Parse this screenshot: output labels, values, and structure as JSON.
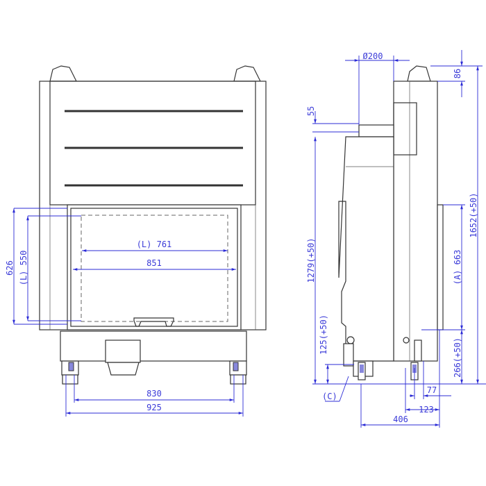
{
  "front_view": {
    "dimensions": {
      "height_opening": "626",
      "height_glass": "(L) 550",
      "width_glass": "(L) 761",
      "width_opening": "851",
      "feet_inner": "830",
      "feet_outer": "925"
    }
  },
  "side_view": {
    "dimensions": {
      "flue_diameter": "Ø200",
      "top_handle": "86",
      "flue_offset": "55",
      "total_height": "1652(+50)",
      "flue_height": "1279(+50)",
      "air_inlet_height": "125(+50)",
      "door_height": "(A) 663",
      "opening_base_height": "266(+50)",
      "depth_front": "77",
      "depth_123": "123",
      "depth_total": "406",
      "air_inlet_label": "(C)"
    }
  },
  "colors": {
    "dimension": "#2b2bd6",
    "outline": "#333333"
  }
}
